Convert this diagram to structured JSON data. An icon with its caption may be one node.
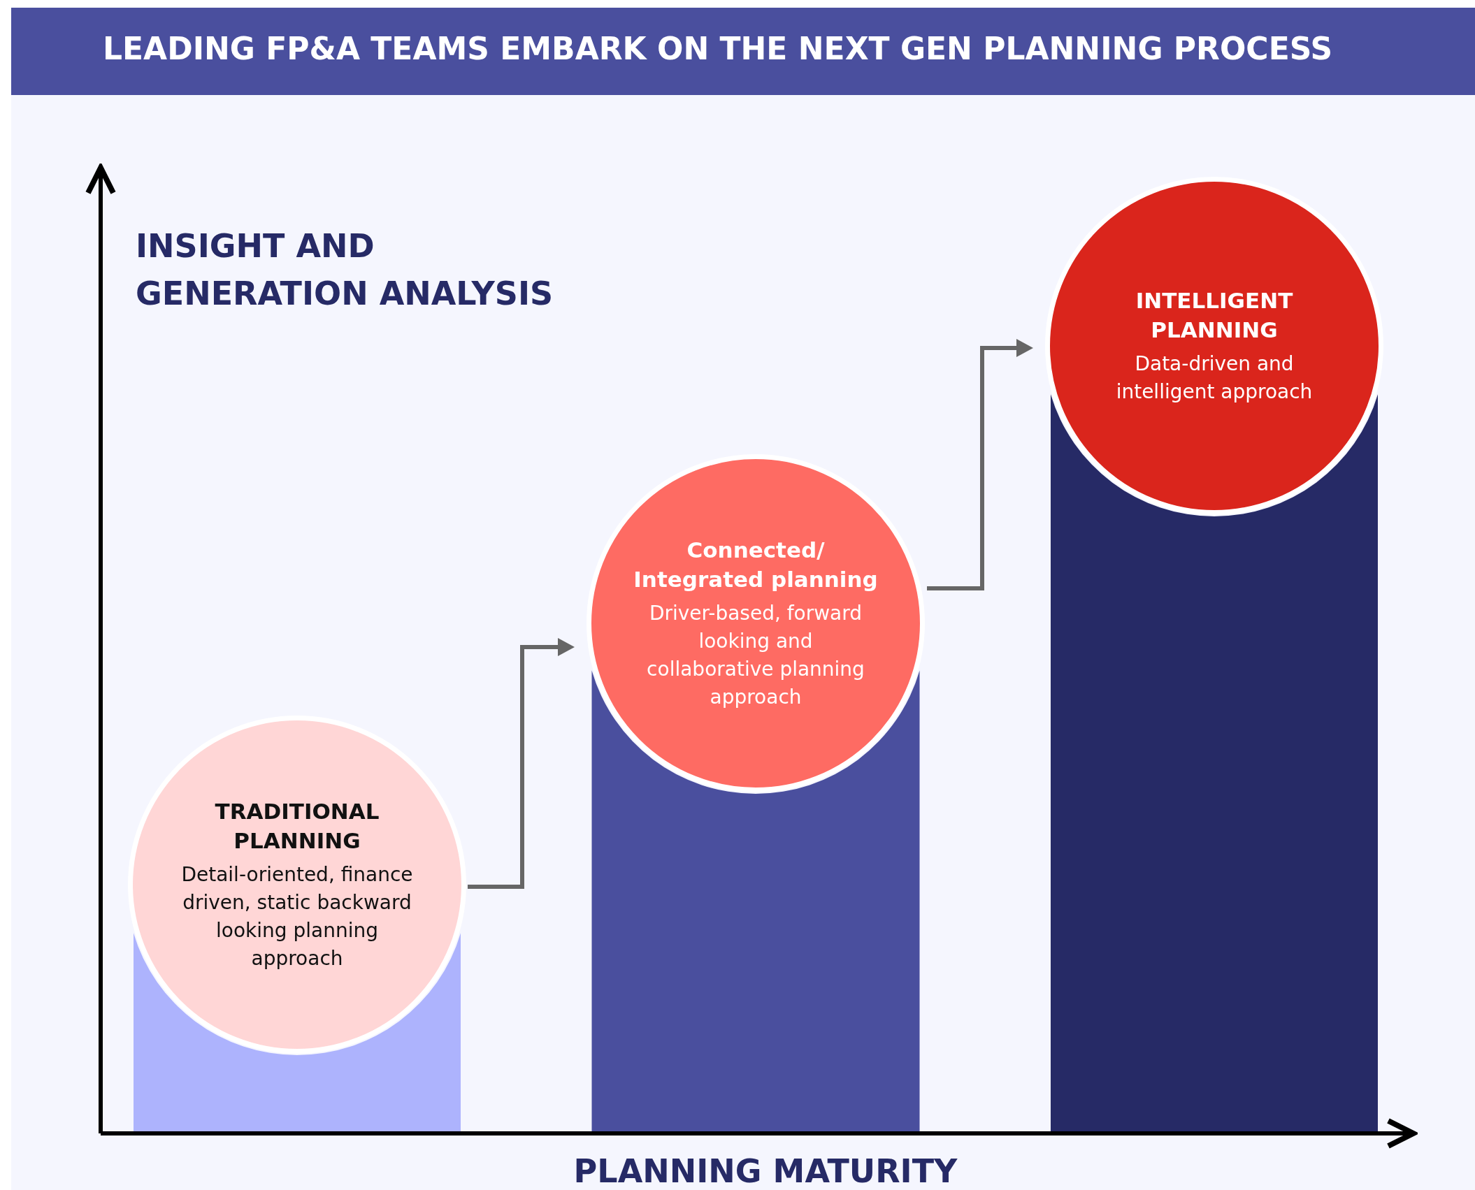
{
  "diagram": {
    "title": "LEADING FP&A TEAMS EMBARK ON THE NEXT GEN PLANNING PROCESS",
    "nodes": [
      {
        "text": [
          "TRADITIONAL PLANNING",
          "Detail-oriented, finance driven, static backward looking planning approach"
        ]
      },
      {
        "text": [
          "Connected/ Integrated planning",
          "Driver-based, forward looking and collaborative planning approach"
        ]
      },
      {
        "text": [
          "INTELLIGENT PLANNING",
          "Data-driven and intelligent approach"
        ]
      },
      {
        "text": [],
        "shape": "bar"
      },
      {
        "text": [],
        "shape": "bar"
      },
      {
        "text": [],
        "shape": "bar"
      }
    ],
    "edges": [
      {
        "from": 0,
        "to": 1,
        "arrow": "to"
      },
      {
        "from": 1,
        "to": 2,
        "arrow": "to"
      }
    ],
    "labels": [
      "INSIGHT AND GENERATION ANALYSIS",
      "PLANNING MATURITY"
    ]
  }
}
